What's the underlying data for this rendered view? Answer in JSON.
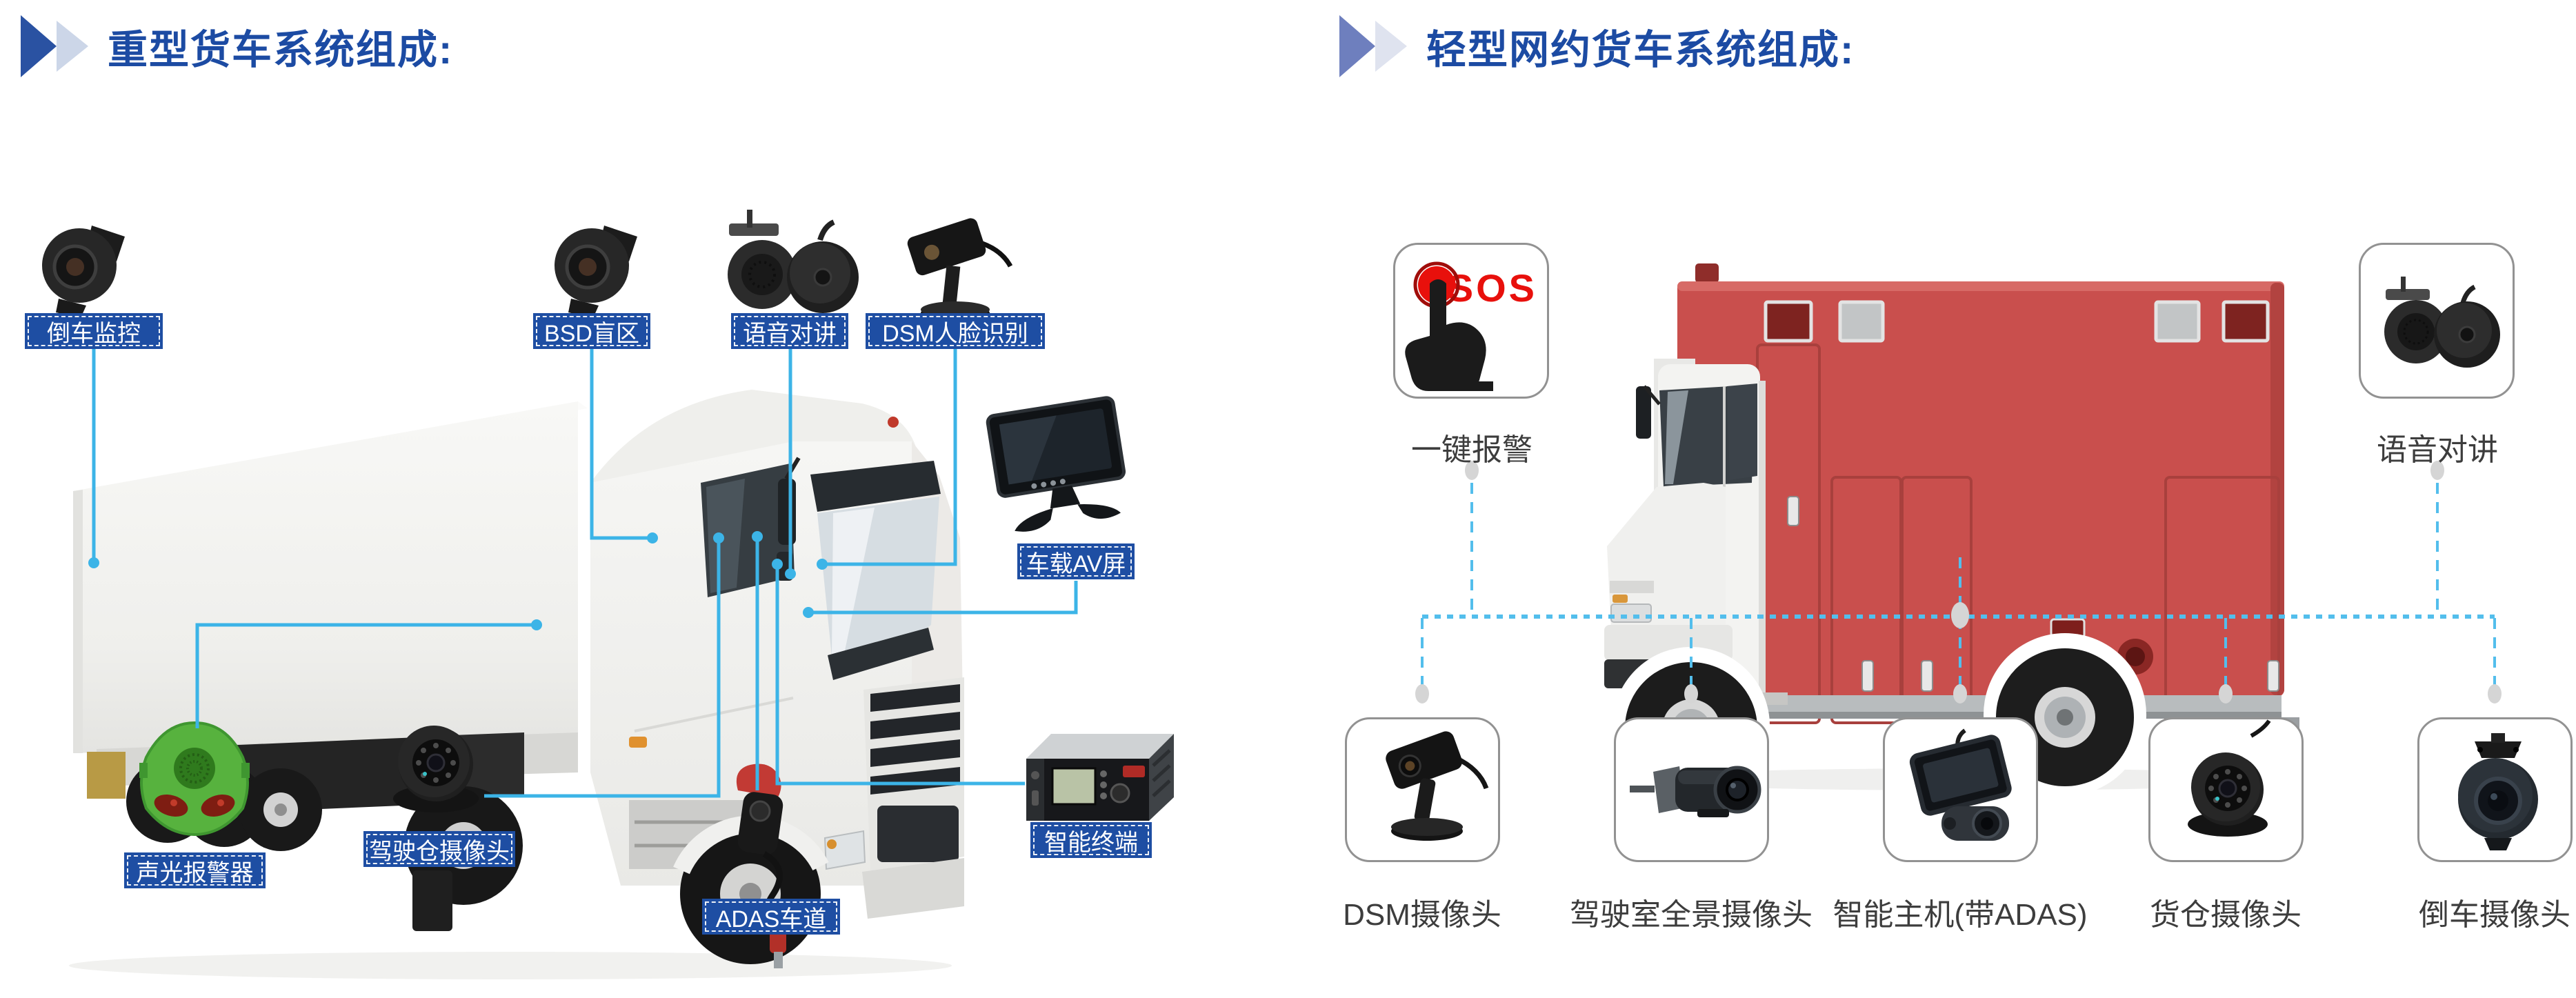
{
  "left_panel": {
    "title": "重型货车系统组成:",
    "callouts": {
      "reverse_monitor": "倒车监控",
      "bsd_blind_spot": "BSD盲区",
      "voice_intercom": "语音对讲",
      "dsm_face_recognition": "DSM人脸识别",
      "vehicle_av_screen": "车载AV屏",
      "smart_terminal": "智能终端",
      "sound_light_alarm": "声光报警器",
      "cabin_camera": "驾驶仓摄像头",
      "adas_lane": "ADAS车道"
    }
  },
  "right_panel": {
    "title": "轻型网约货车系统组成:",
    "sos_card": {
      "sos_text": "SOS",
      "label": "一键报警"
    },
    "intercom_card": {
      "label": "语音对讲"
    },
    "devices": [
      {
        "label": "DSM摄像头"
      },
      {
        "label": "驾驶室全景摄像头"
      },
      {
        "label": "智能主机(带ADAS)"
      },
      {
        "label": "货仓摄像头"
      },
      {
        "label": "倒车摄像头"
      }
    ]
  },
  "colors": {
    "title_blue": "#1c4ba3",
    "label_box_blue": "#1e4ea3",
    "callout_line_cyan": "#3cb4e7",
    "dashed_line_blue": "#53beec",
    "sos_red": "#e8100c",
    "truck_body_red": "#c94f4d",
    "alarm_green": "#57b23e",
    "connector_dot_gray": "#d5d5d5"
  }
}
